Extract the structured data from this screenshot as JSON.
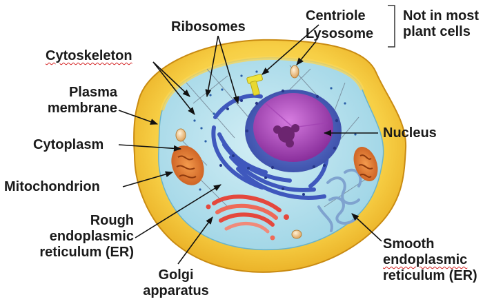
{
  "labels": {
    "ribosomes": "Ribosomes",
    "centriole": "Centriole",
    "lysosome": "Lysosome",
    "not_in_most_line1": "Not in most",
    "not_in_most_line2": "plant cells",
    "cytoskeleton": "Cytoskeleton",
    "plasma_membrane_line1": "Plasma",
    "plasma_membrane_line2": "membrane",
    "cytoplasm": "Cytoplasm",
    "nucleus": "Nucleus",
    "mitochondrion": "Mitochondrion",
    "rough_er_line1": "Rough",
    "rough_er_line2": "endoplasmic",
    "rough_er_line3": "reticulum (ER)",
    "golgi_line1": "Golgi",
    "golgi_line2": "apparatus",
    "smooth_er_line1": "Smooth",
    "smooth_er_line2": "endoplasmic",
    "smooth_er_line3": "reticulum (ER)"
  },
  "colors": {
    "membrane_outer": "#f3c233",
    "membrane_inner": "#fde46a",
    "cytoplasm": "#b5e1ec",
    "nucleus_envelope": "#4f63c6",
    "nucleus_interior": "#b74fc7",
    "nucleolus": "#6c2570",
    "rough_er": "#3f58bd",
    "smooth_er": "#8db0d6",
    "golgi": "#e4483d",
    "mitochondrion": "#e8742c",
    "lysosome": "#f3c887",
    "centriole": "#f0e43c",
    "leader_line": "#111111",
    "label_text": "#1a1a1a"
  }
}
